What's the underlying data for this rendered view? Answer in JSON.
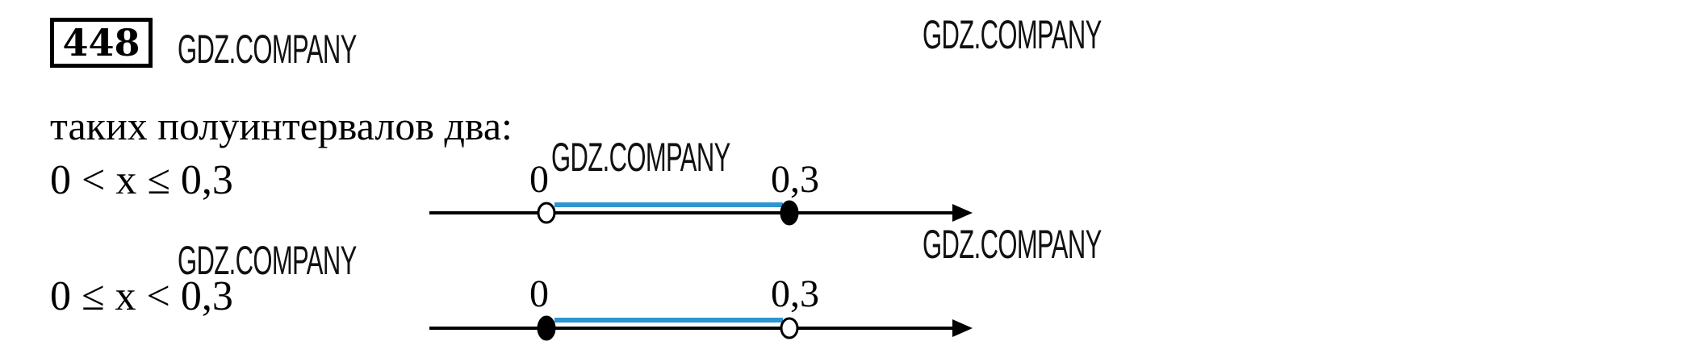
{
  "problem_number": "448",
  "watermark": "GDZ.COMPANY",
  "sentence": "таких полуинтервалов два:",
  "intervals": [
    {
      "inequality": "0 < x ≤ 0,3",
      "left_label": "0",
      "right_label": "0,3",
      "left_value": 0,
      "right_value": 0.3,
      "left_closed": false,
      "right_closed": true
    },
    {
      "inequality": "0 ≤ x < 0,3",
      "left_label": "0",
      "right_label": "0,3",
      "left_value": 0,
      "right_value": 0.3,
      "left_closed": true,
      "right_closed": false
    }
  ],
  "colors": {
    "interval_highlight": "#2e95d0",
    "axis": "#000000"
  }
}
